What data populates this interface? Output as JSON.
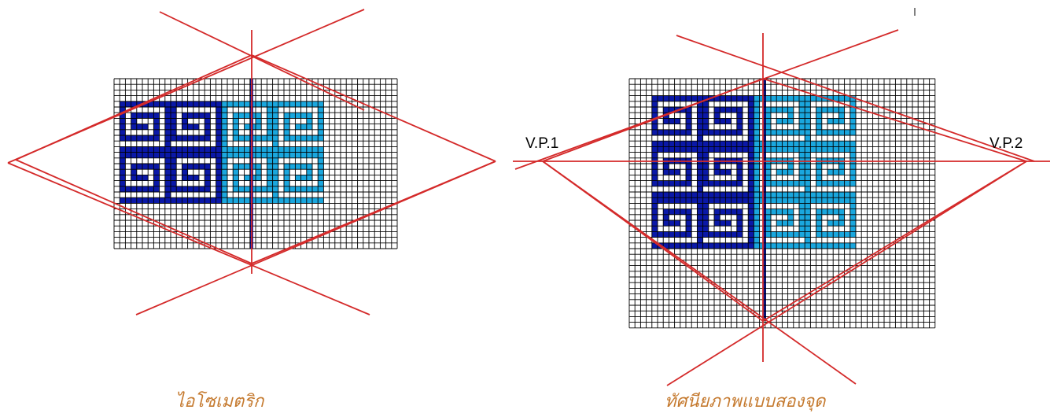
{
  "figure": {
    "captions": {
      "isometric": "ไอโซเมตริก",
      "two_point": "ทัศนียภาพแบบสองจุด"
    },
    "vanishing_points": {
      "left": "V.P.1",
      "right": "V.P.2"
    },
    "colors": {
      "dark_blue": "#0A18A8",
      "light_blue": "#1AA7DE",
      "construction_lines": "#D42A2A",
      "grid": "#000000",
      "caption_text": "#C57A2F",
      "label_text": "#000000"
    }
  }
}
